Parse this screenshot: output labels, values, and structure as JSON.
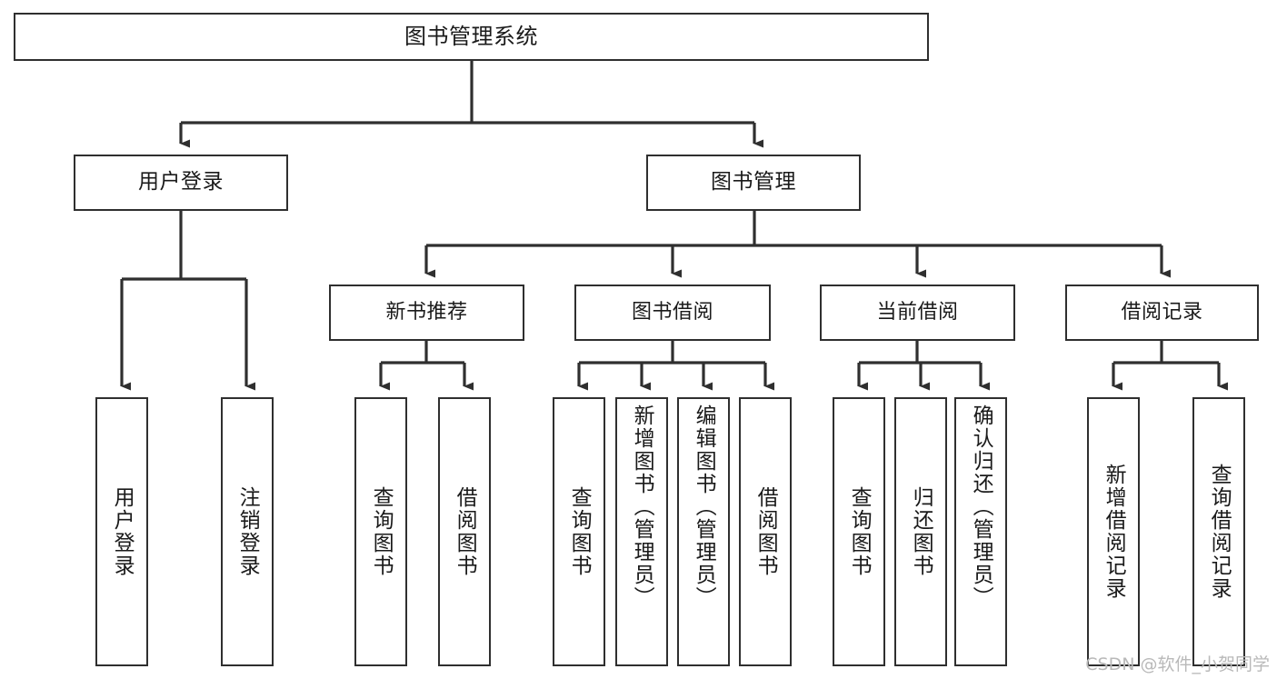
{
  "diagram": {
    "type": "tree-hierarchy",
    "title": "图书管理系统",
    "stroke_color": "#2f2f2f",
    "fill_color": "#ffffff",
    "text_color": "#1a1a1a",
    "root": {
      "id": "root",
      "label": "图书管理系统"
    },
    "level2": [
      {
        "id": "user-login",
        "label": "用户登录"
      },
      {
        "id": "book-manage",
        "label": "图书管理"
      }
    ],
    "level3": [
      {
        "id": "new-book-recommend",
        "label": "新书推荐",
        "parent": "book-manage"
      },
      {
        "id": "book-borrow",
        "label": "图书借阅",
        "parent": "book-manage"
      },
      {
        "id": "current-borrow",
        "label": "当前借阅",
        "parent": "book-manage"
      },
      {
        "id": "borrow-record",
        "label": "借阅记录",
        "parent": "book-manage"
      }
    ],
    "leaves": [
      {
        "id": "leaf-user-login",
        "label": "用户登录",
        "parent": "user-login"
      },
      {
        "id": "leaf-user-logout",
        "label": "注销登录",
        "parent": "user-login"
      },
      {
        "id": "leaf-query-book-1",
        "label": "查询图书",
        "parent": "new-book-recommend"
      },
      {
        "id": "leaf-borrow-book-1",
        "label": "借阅图书",
        "parent": "new-book-recommend"
      },
      {
        "id": "leaf-query-book-2",
        "label": "查询图书",
        "parent": "book-borrow"
      },
      {
        "id": "leaf-add-book",
        "label": "新增图书（管理员）",
        "parent": "book-borrow"
      },
      {
        "id": "leaf-edit-book",
        "label": "编辑图书（管理员）",
        "parent": "book-borrow"
      },
      {
        "id": "leaf-borrow-book-2",
        "label": "借阅图书",
        "parent": "book-borrow"
      },
      {
        "id": "leaf-query-book-3",
        "label": "查询图书",
        "parent": "current-borrow"
      },
      {
        "id": "leaf-return-book",
        "label": "归还图书",
        "parent": "current-borrow"
      },
      {
        "id": "leaf-confirm-return",
        "label": "确认归还（管理员）",
        "parent": "current-borrow"
      },
      {
        "id": "leaf-add-borrow-record",
        "label": "新增借阅记录",
        "parent": "borrow-record"
      },
      {
        "id": "leaf-query-borrow-record",
        "label": "查询借阅记录",
        "parent": "borrow-record"
      }
    ]
  },
  "watermark": {
    "text": "CSDN @软件_小贺同学"
  }
}
